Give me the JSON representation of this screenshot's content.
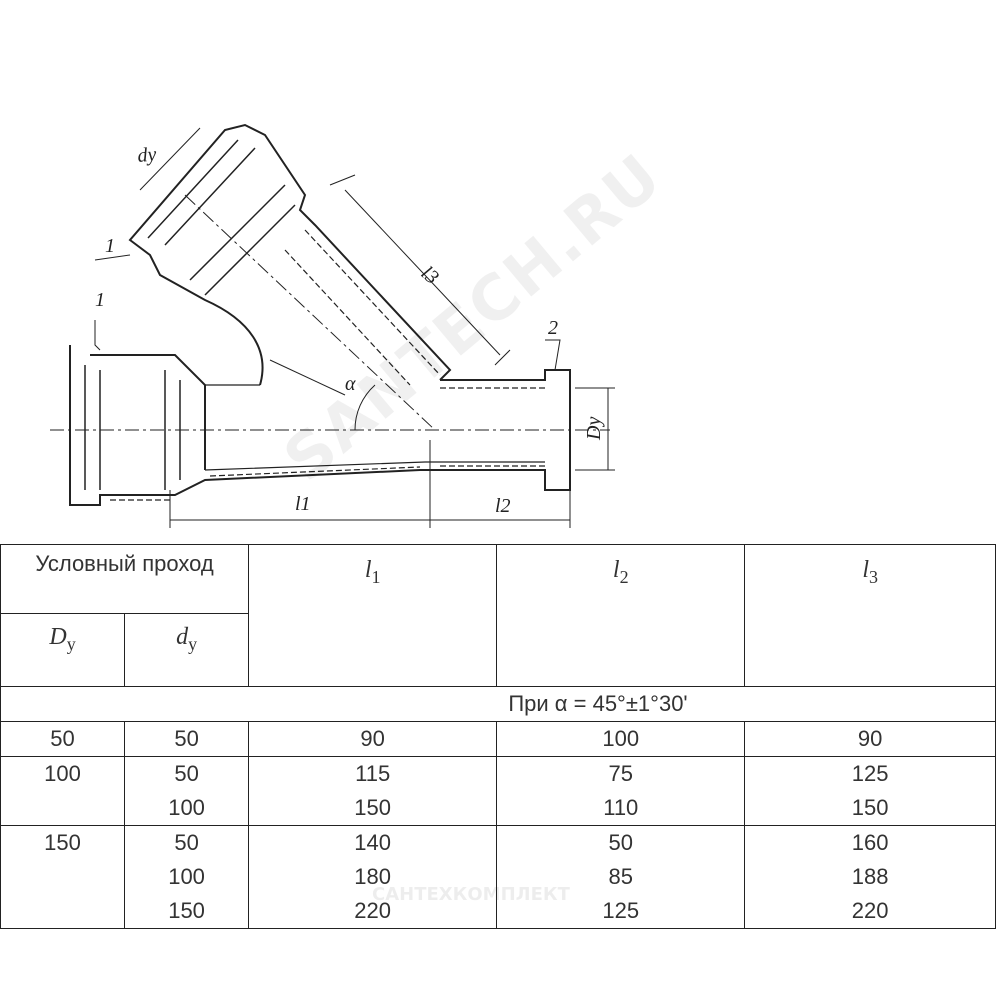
{
  "drawing": {
    "labels": {
      "dy_top": "dу",
      "callout_1a": "1",
      "callout_1b": "1",
      "callout_2": "2",
      "l3": "l3",
      "alpha": "α",
      "Dy": "Dу",
      "l1": "l1",
      "l2": "l2"
    }
  },
  "table": {
    "header": {
      "group": "Условный проход",
      "Dy": "D",
      "Dy_sub": "у",
      "dy": "d",
      "dy_sub": "у",
      "l1": "l",
      "l1_sub": "1",
      "l2": "l",
      "l2_sub": "2",
      "l3": "l",
      "l3_sub": "3"
    },
    "condition": "При  α = 45°±1°30'",
    "rows": [
      {
        "Dy": "50",
        "dy": [
          "50"
        ],
        "l1": [
          "90"
        ],
        "l2": [
          "100"
        ],
        "l3": [
          "90"
        ]
      },
      {
        "Dy": "100",
        "dy": [
          "50",
          "100"
        ],
        "l1": [
          "115",
          "150"
        ],
        "l2": [
          "75",
          "110"
        ],
        "l3": [
          "125",
          "150"
        ]
      },
      {
        "Dy": "150",
        "dy": [
          "50",
          "100",
          "150"
        ],
        "l1": [
          "140",
          "180",
          "220"
        ],
        "l2": [
          "50",
          "85",
          "125"
        ],
        "l3": [
          "160",
          "188",
          "220"
        ]
      }
    ]
  },
  "watermark": {
    "main": "SANTECH.RU",
    "bottom": "САНТЕХКОМПЛЕКТ"
  }
}
